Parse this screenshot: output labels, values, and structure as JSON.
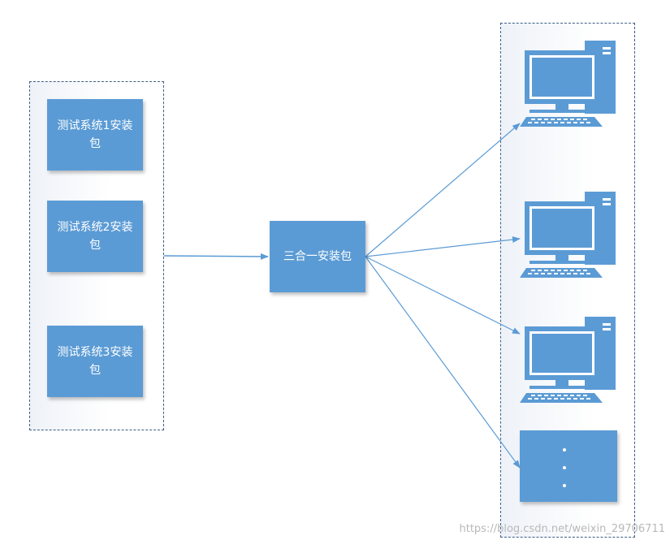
{
  "left_group": {
    "packages": [
      {
        "label": "测试系统1安装包"
      },
      {
        "label": "测试系统2安装包"
      },
      {
        "label": "测试系统3安装包"
      }
    ]
  },
  "center": {
    "label": "三合一安装包"
  },
  "right_group": {
    "targets": [
      "computer-icon",
      "computer-icon",
      "computer-icon",
      "server-icon"
    ]
  },
  "colors": {
    "box": "#5b9bd5",
    "arrow": "#5b9bd5",
    "group_border": "#3f5f86"
  },
  "watermark": "https://blog.csdn.net/weixin_29706711"
}
